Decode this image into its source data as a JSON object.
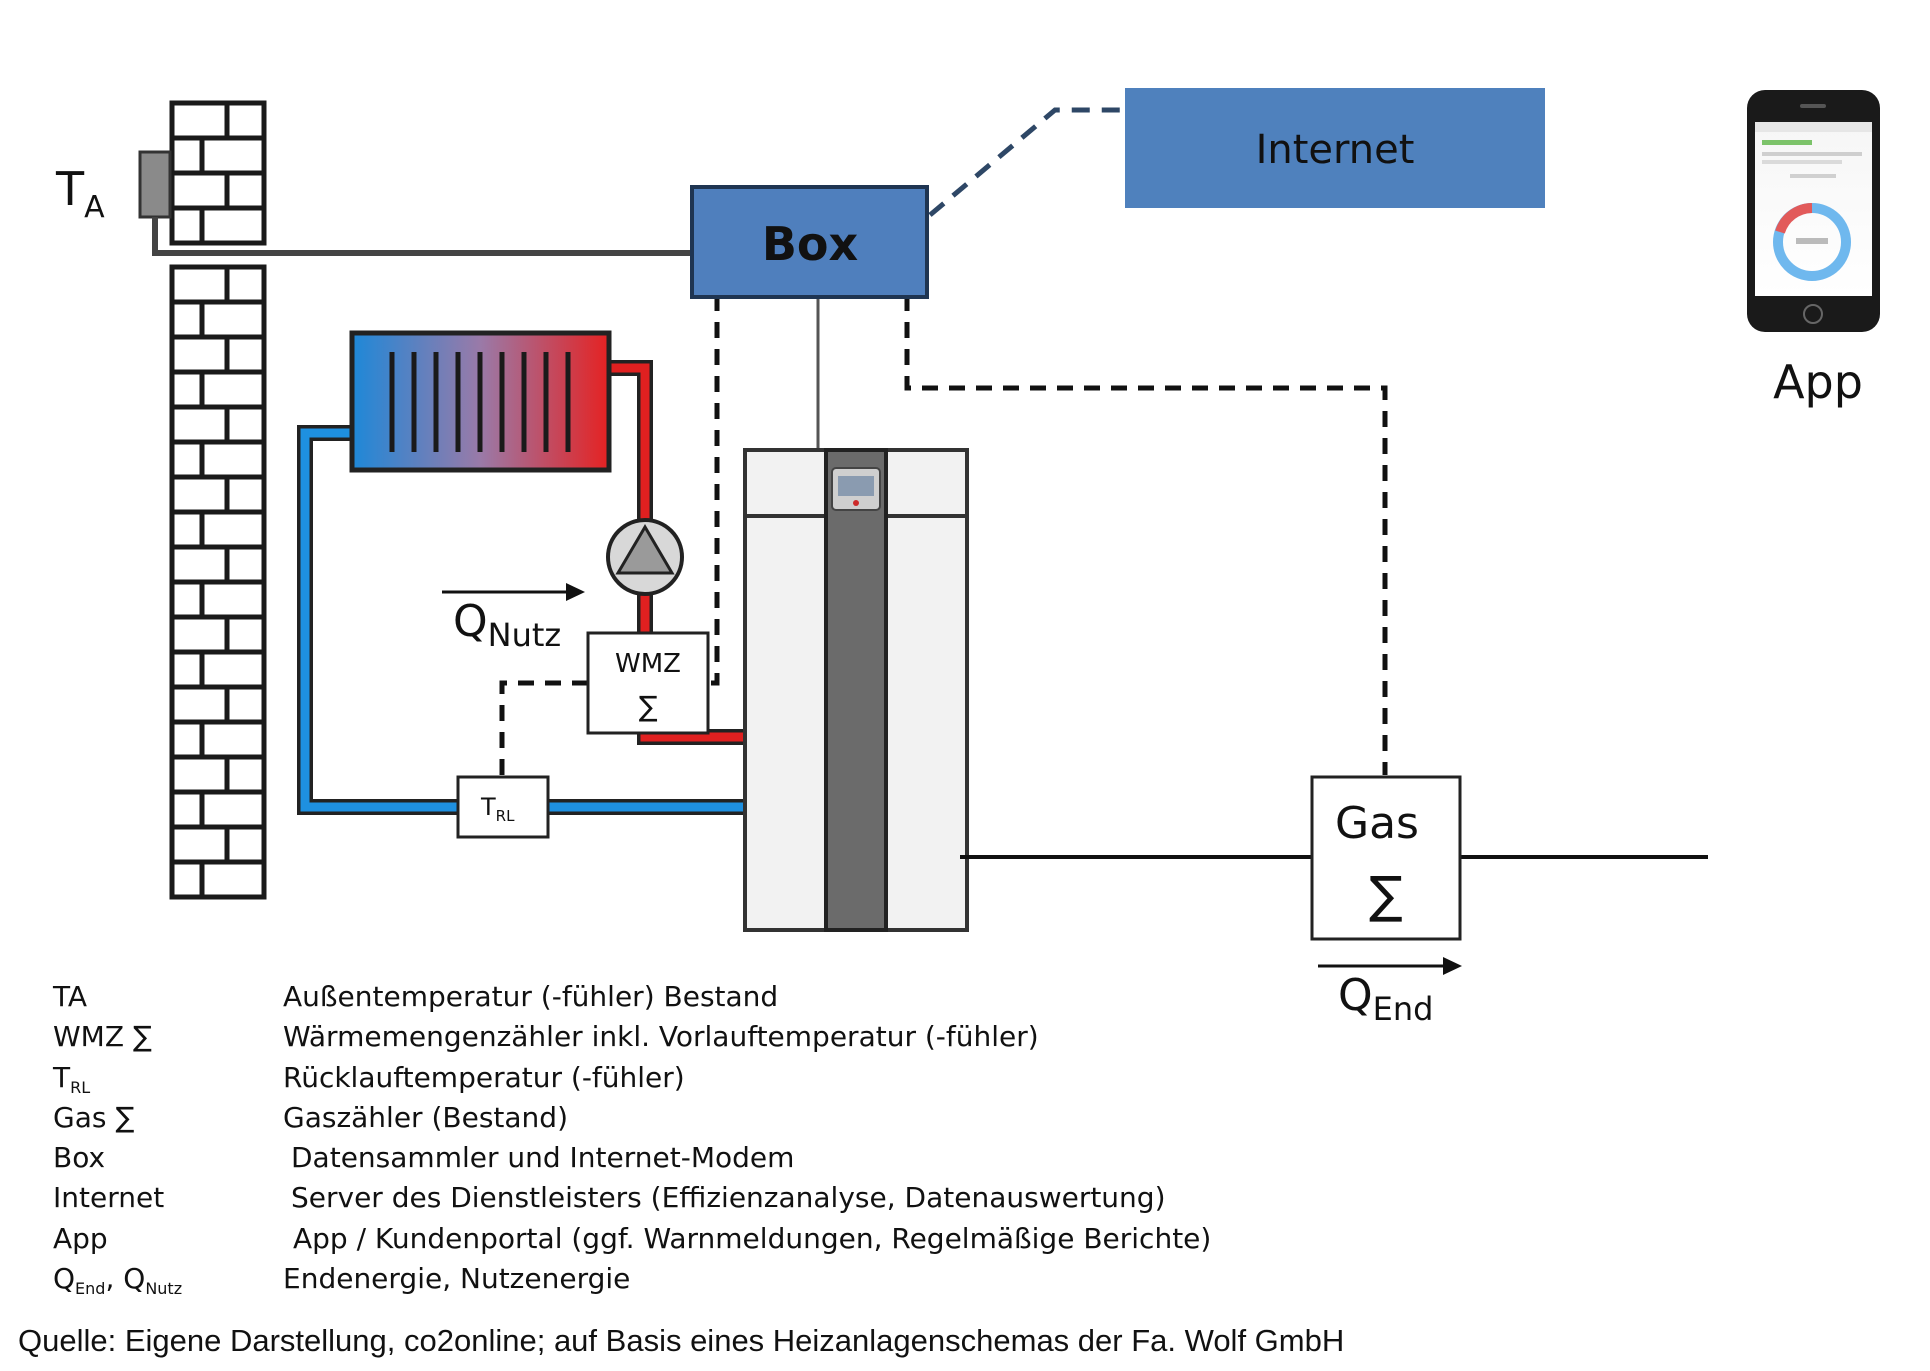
{
  "diagram": {
    "ta_label": {
      "main": "T",
      "sub": "A"
    },
    "box_label": "Box",
    "internet_label": "Internet",
    "app_label": "App",
    "qnutz_label": {
      "main": "Q",
      "sub": "Nutz"
    },
    "wmz_label": "WMZ",
    "wmz_sigma": "∑",
    "trl_label": {
      "main": "T",
      "sub": "RL"
    },
    "gas_label": "Gas",
    "gas_sigma": "∑",
    "qend_label": {
      "main": "Q",
      "sub": "End"
    }
  },
  "legend": [
    {
      "key": "TA",
      "desc": "Außentemperatur (-fühler) Bestand"
    },
    {
      "key": "WMZ ∑",
      "desc": "Wärmemengenzähler inkl. Vorlauftemperatur (-fühler)"
    },
    {
      "key_main": "T",
      "key_sub": "RL",
      "desc": "Rücklauftemperatur (-fühler)"
    },
    {
      "key": "Gas ∑",
      "desc": "Gaszähler (Bestand)"
    },
    {
      "key": "Box",
      "desc": "Datensammler und Internet-Modem"
    },
    {
      "key": "Internet",
      "desc": "Server des Dienstleisters (Effizienzanalyse, Datenauswertung)"
    },
    {
      "key": "App",
      "desc": "App / Kundenportal (ggf. Warnmeldungen, Regelmäßige Berichte)"
    },
    {
      "key_q1": "Q",
      "key_q1_sub": "End",
      "key_sep": ", ",
      "key_q2": "Q",
      "key_q2_sub": "Nutz",
      "desc": "Endenergie, Nutzenergie"
    }
  ],
  "source": "Quelle: Eigene Darstellung, co2online; auf Basis eines Heizanlagenschemas der Fa. Wolf GmbH",
  "colors": {
    "box_fill": "#4f7fbd",
    "internet_fill": "#4f81bd",
    "supply_red": "#e02020",
    "return_blue": "#1e90e0",
    "boiler_center": "#6b6b6b",
    "boiler_panel": "#f2f2f2"
  }
}
